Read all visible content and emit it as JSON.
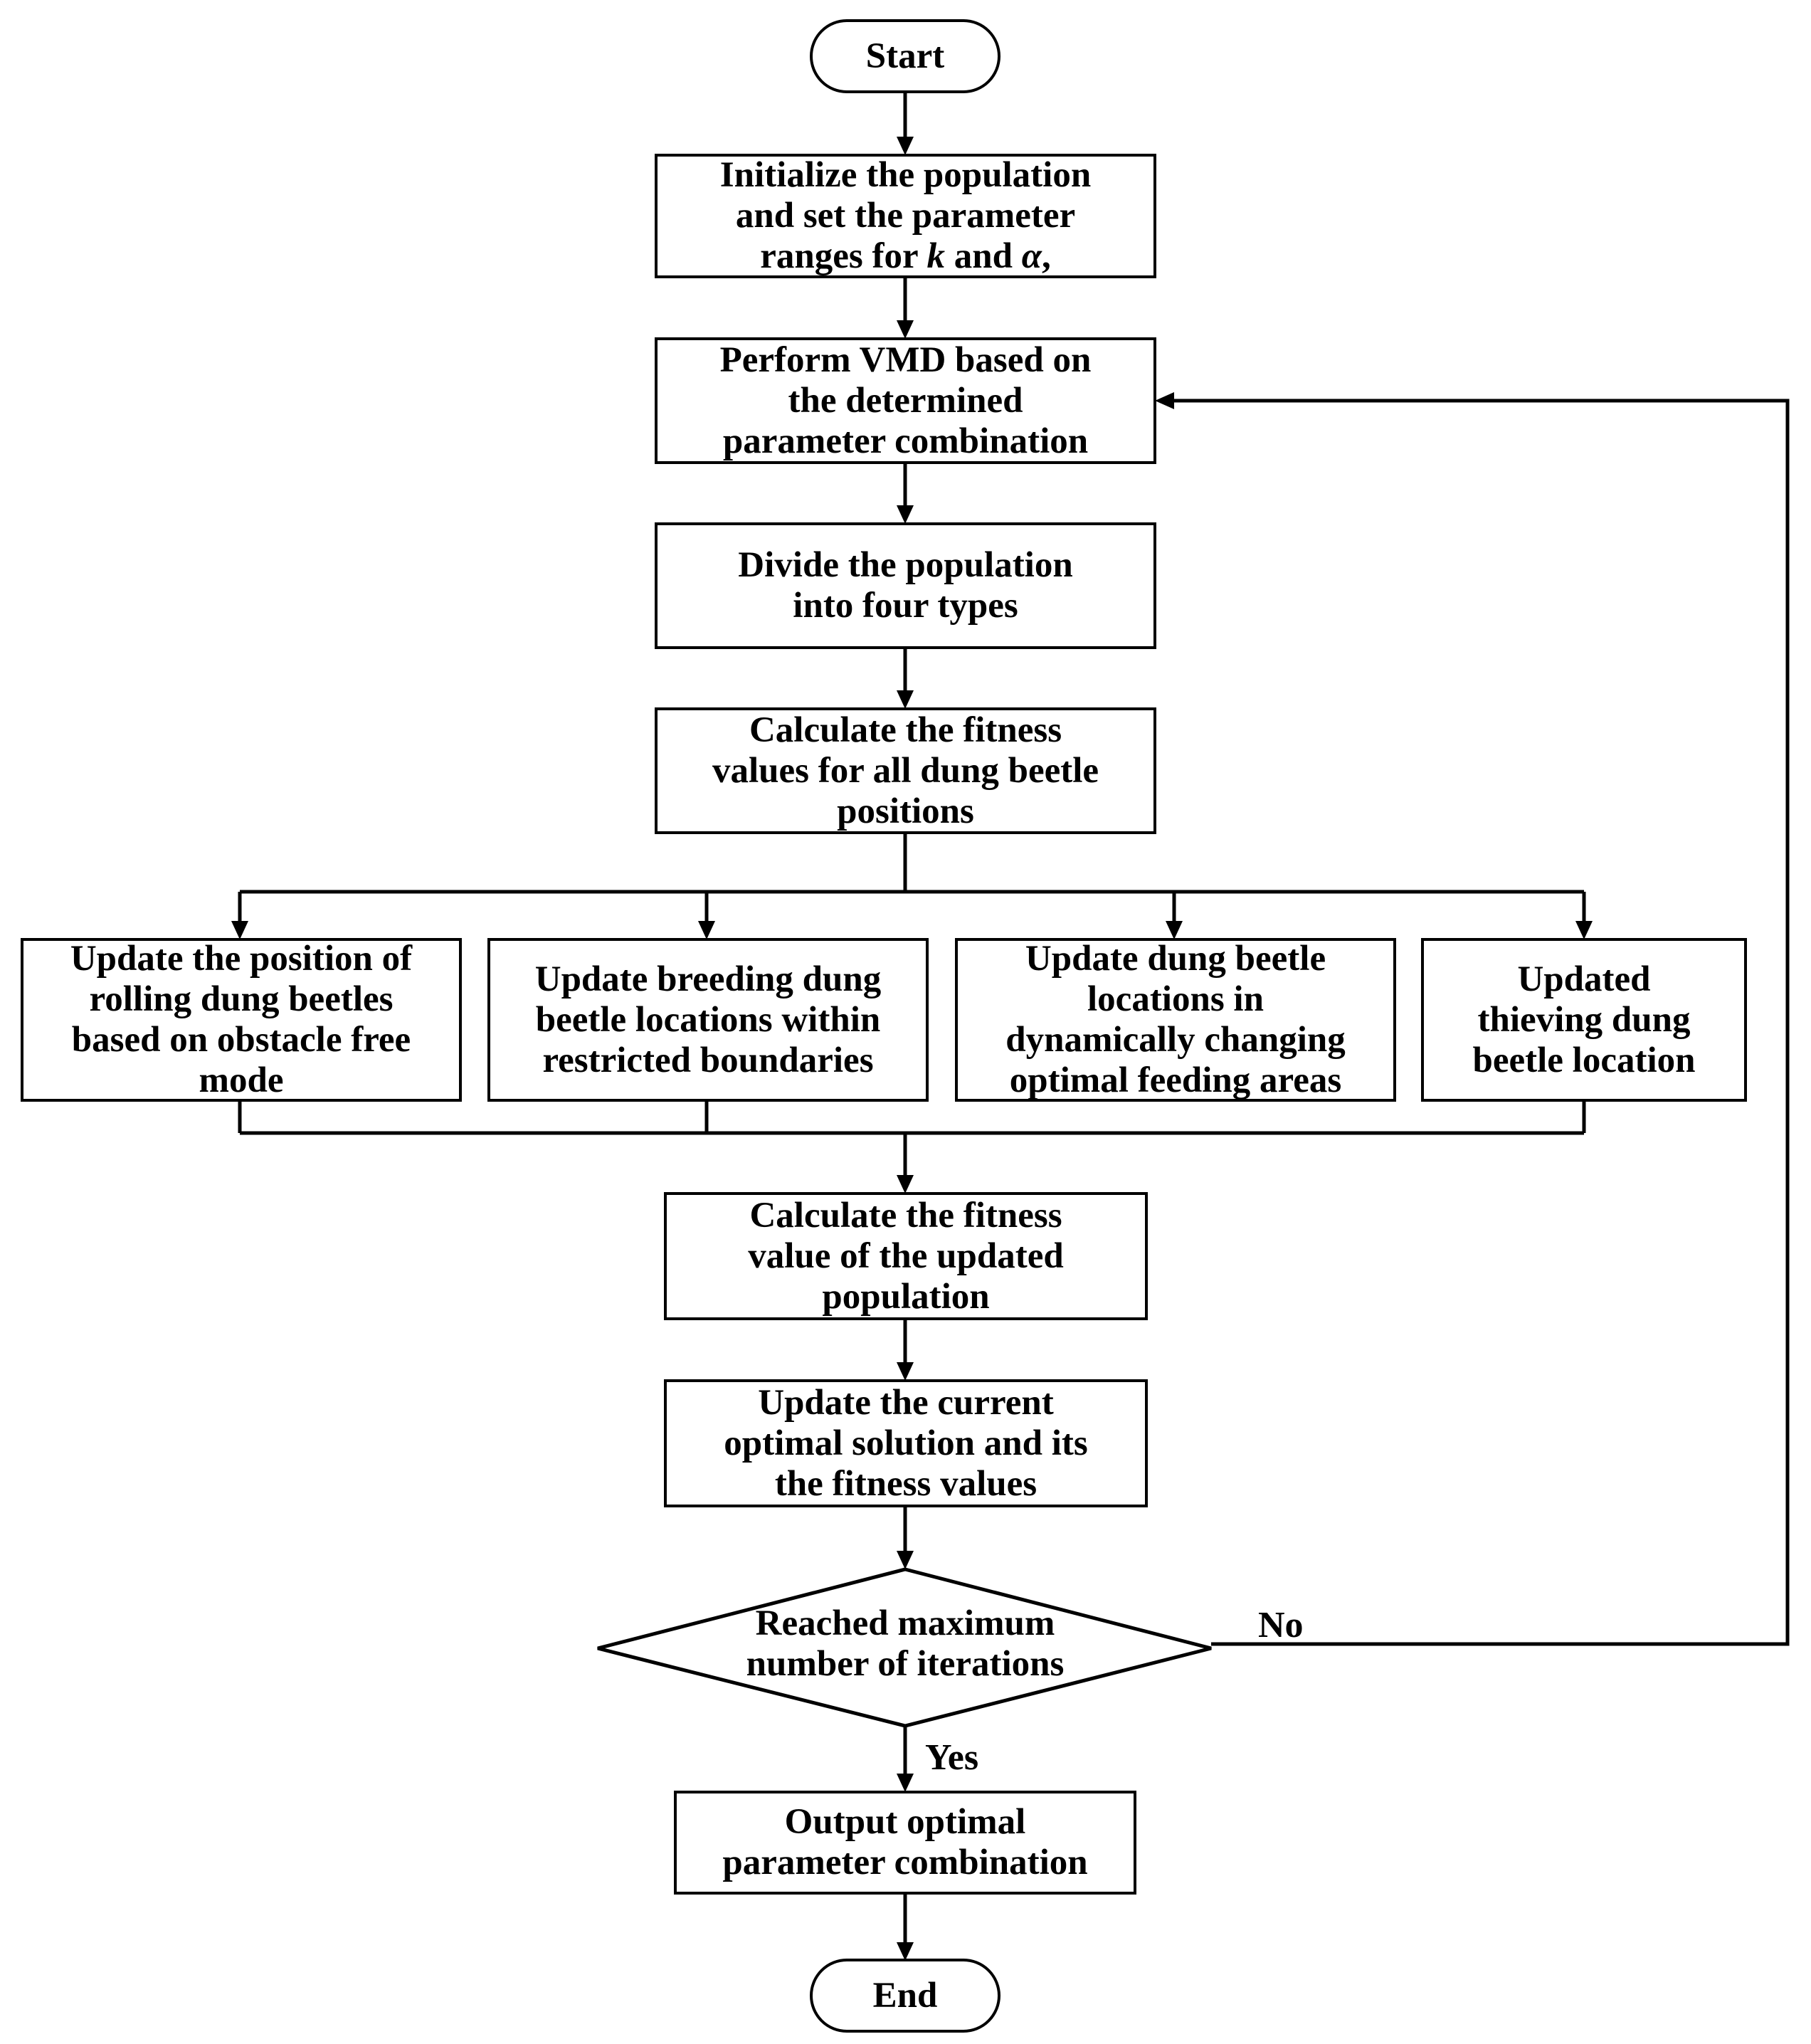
{
  "nodes": {
    "start": {
      "lines": [
        "Start"
      ]
    },
    "init": {
      "lines": [
        "Initialize the population",
        "and set the parameter"
      ],
      "line3_prefix": "ranges for ",
      "line3_var1": "k",
      "line3_mid": " and ",
      "line3_var2": "α",
      "line3_suffix": ","
    },
    "vmd": {
      "lines": [
        "Perform VMD based on",
        "the determined",
        "parameter combination"
      ]
    },
    "divide": {
      "lines": [
        "Divide the population",
        "into four types"
      ]
    },
    "fitness_all": {
      "lines": [
        "Calculate the fitness",
        "values for all dung beetle",
        "positions"
      ]
    },
    "rolling": {
      "lines": [
        "Update the position of",
        "rolling dung beetles",
        "based on obstacle free",
        "mode"
      ]
    },
    "breeding": {
      "lines": [
        "Update breeding dung",
        "beetle locations within",
        "restricted boundaries"
      ]
    },
    "feeding": {
      "lines": [
        "Update dung beetle",
        "locations in",
        "dynamically changing",
        "optimal feeding areas"
      ]
    },
    "thieving": {
      "lines": [
        "Updated",
        "thieving dung",
        "beetle location"
      ]
    },
    "fitness_updated": {
      "lines": [
        "Calculate the fitness",
        "value of the updated",
        "population"
      ]
    },
    "update_optimal": {
      "lines": [
        "Update the current",
        "optimal solution and its",
        "the fitness values"
      ]
    },
    "decision": {
      "lines": [
        "Reached maximum",
        "number of iterations"
      ]
    },
    "output": {
      "lines": [
        "Output optimal",
        "parameter combination"
      ]
    },
    "end": {
      "lines": [
        "End"
      ]
    }
  },
  "edge_labels": {
    "no": "No",
    "yes": "Yes"
  }
}
